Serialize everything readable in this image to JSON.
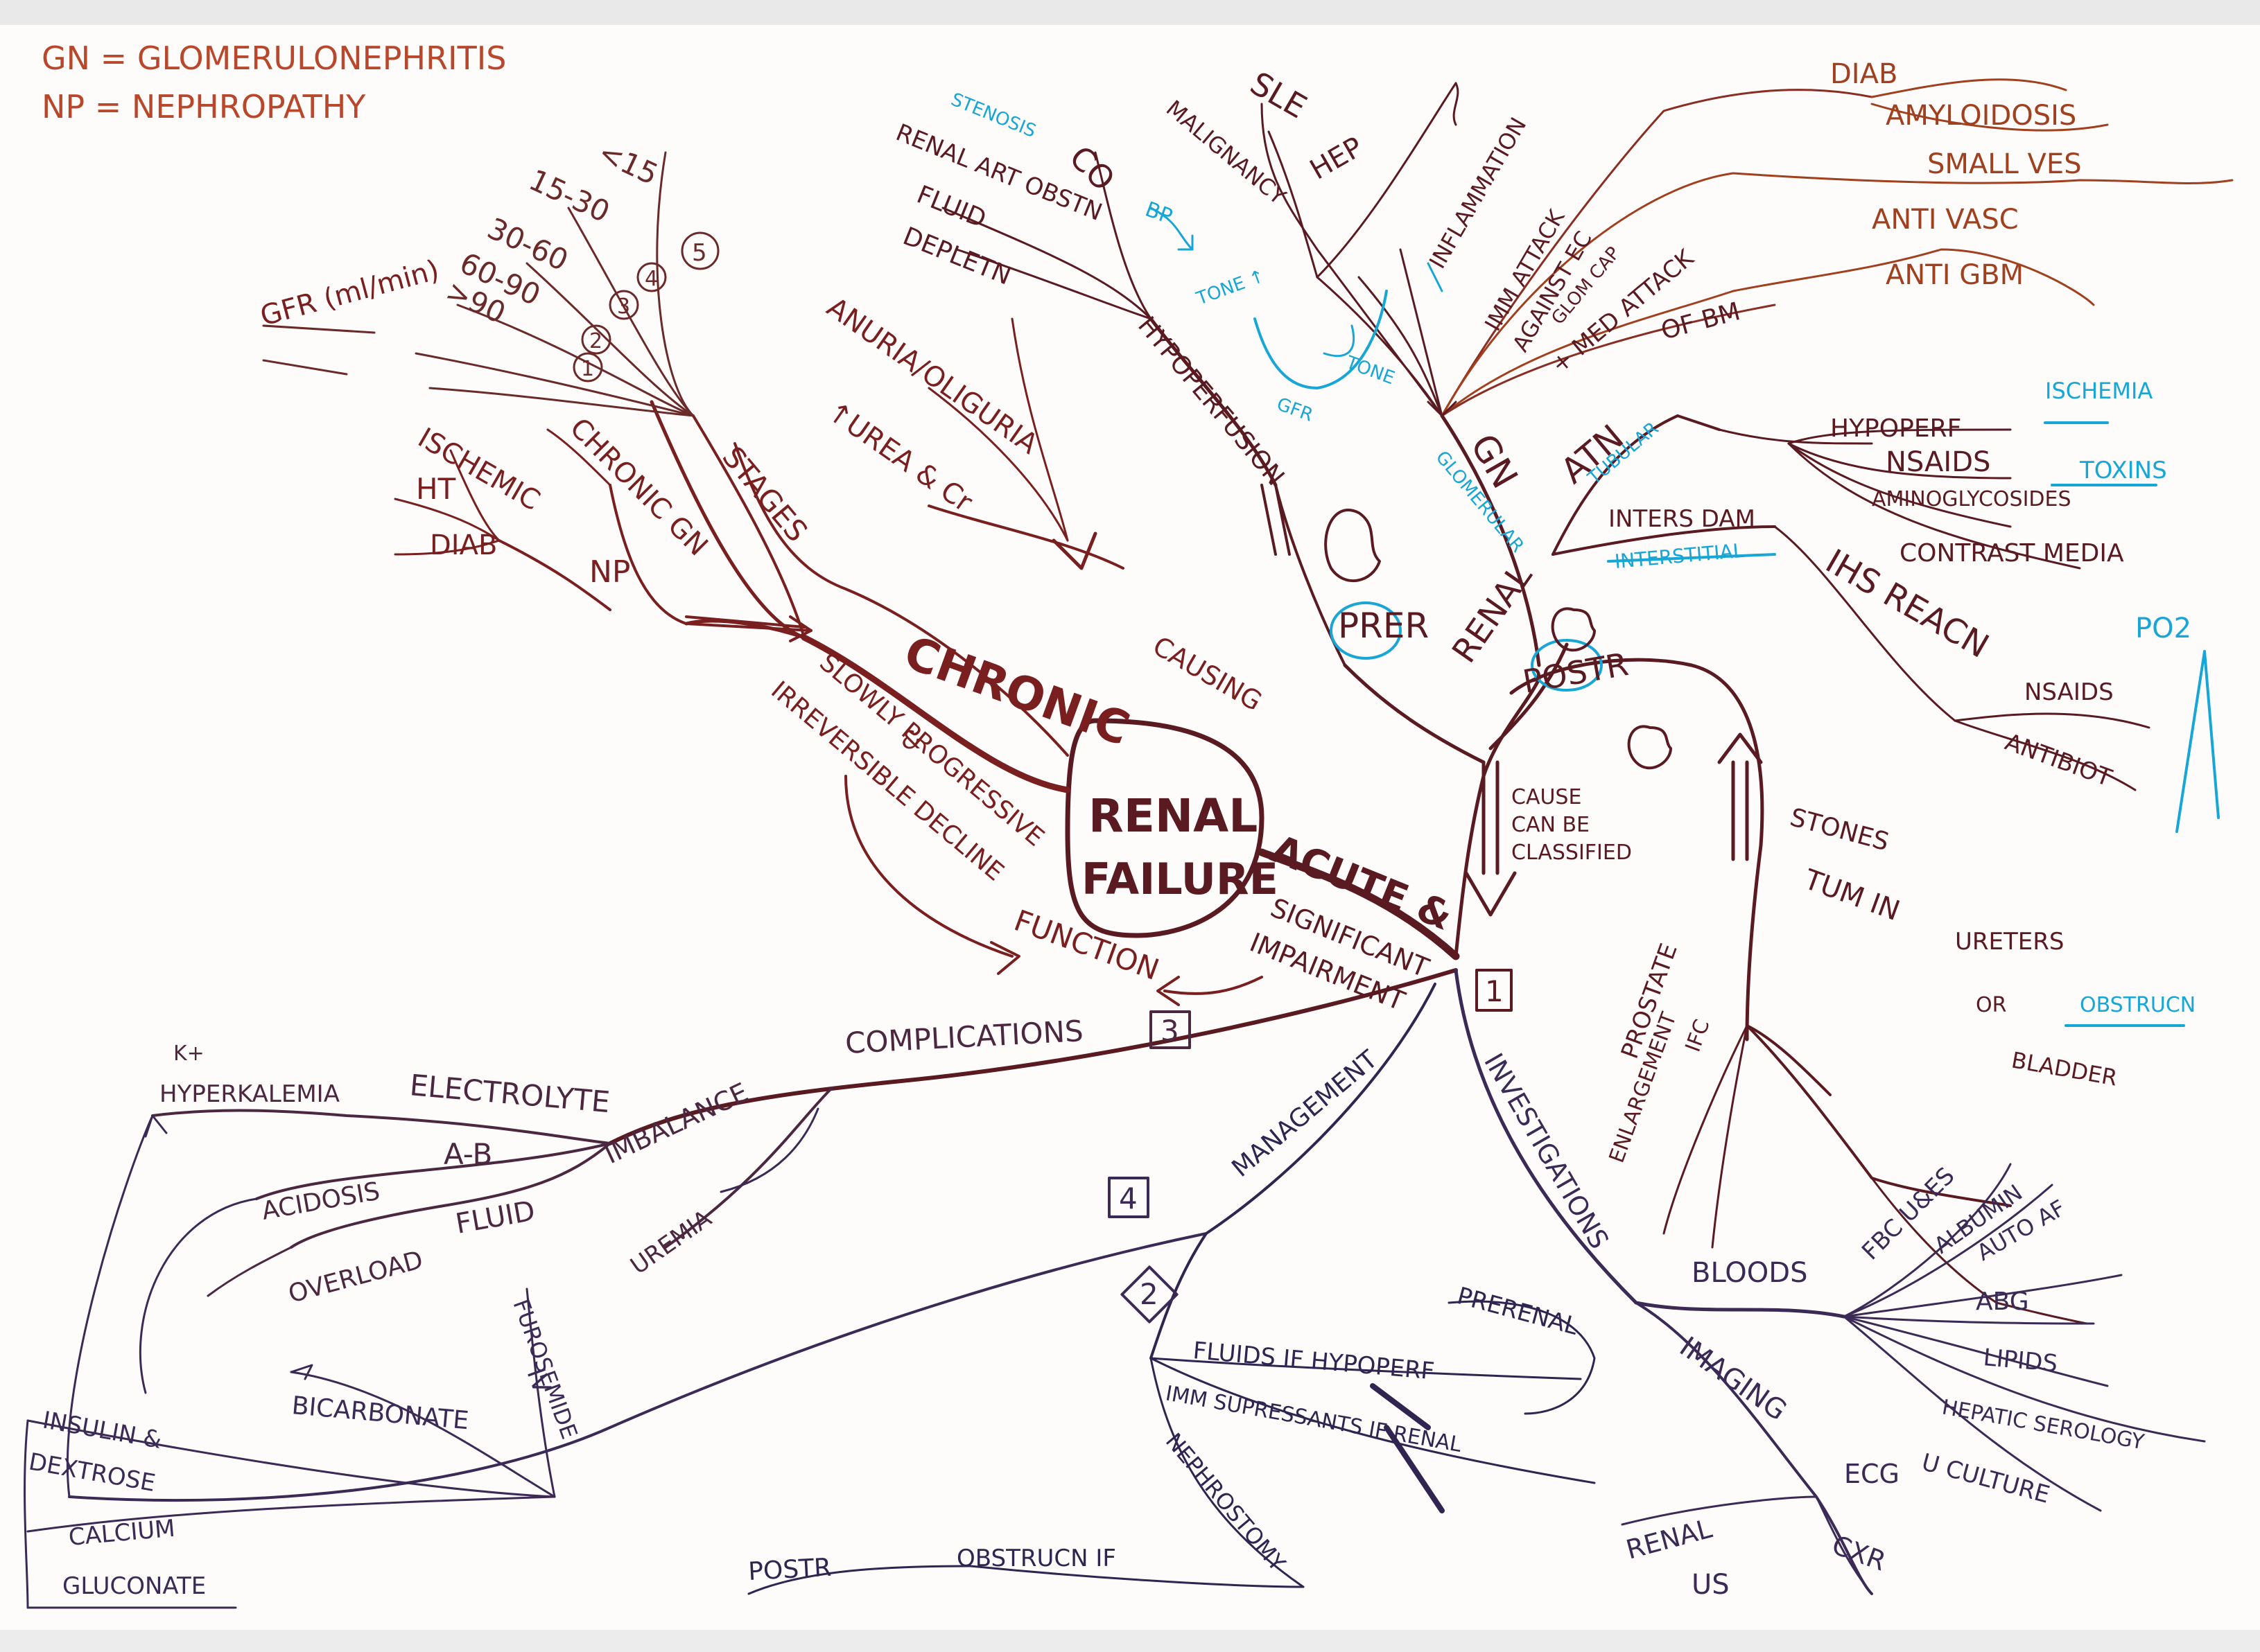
{
  "legend": {
    "line1": "GN = GLOMERULONEPHRITIS",
    "line2": "NP = NEPHROPATHY"
  },
  "center": {
    "line1": "RENAL",
    "line2": "FAILURE"
  },
  "chronic": {
    "label": "CHRONIC",
    "desc1": "SLOWLY PROGRESSIVE",
    "desc2": "&",
    "desc3": "IRREVERSIBLE DECLINE",
    "function": "FUNCTION",
    "stages": "STAGES",
    "gfr": "GFR (ml/min)",
    "stage_values": [
      "<15",
      "15-30",
      "30-60",
      "60-90",
      ">90"
    ],
    "stage_numbers": [
      "1",
      "2",
      "3",
      "4",
      "5"
    ],
    "causes": {
      "np": "NP",
      "ischemic": "ISCHEMIC",
      "ht": "HT",
      "diab": "DIAB",
      "chronic_gn": "CHRONIC GN"
    },
    "causing": "CAUSING",
    "anuria": "ANURIA/OLIGURIA",
    "urea": "↑UREA & Cr"
  },
  "acute": {
    "label": "ACUTE &",
    "sig1": "SIGNIFICANT",
    "sig2": "IMPAIRMENT",
    "classified1": "CAUSE",
    "classified2": "CAN BE",
    "classified3": "CLASSIFIED",
    "boxes": [
      "1",
      "3",
      "4",
      "2"
    ]
  },
  "prerenal": {
    "label": "PRER",
    "hypoperfusion": "HYPOPERFUSION",
    "renal_art": "RENAL ART OBSTN",
    "stenosis": "STENOSIS",
    "fluid": "FLUID",
    "depletion": "DEPLETN",
    "co": "CO",
    "bp": "BP",
    "tone1": "TONE ↑",
    "tone2": "TONE",
    "gfr": "GFR"
  },
  "renal": {
    "label": "RENAL",
    "glomerular": "GLOMERULAR",
    "tubular": "TUBULAR",
    "interstitial": "INTERSTITIAL",
    "gn": "GN",
    "atn": "ATN",
    "sle": "SLE",
    "hep": "HEP",
    "malignancy": "MALIGNANCY",
    "inflammation": "INFLAMMATION",
    "imm_attack": "IMM ATTACK",
    "against_ec": "AGAINST EC",
    "glom_cap": "GLOM CAP",
    "med_attack": "+ MED ATTACK",
    "of_bm": "OF BM",
    "diab": "DIAB",
    "amyloidosis": "AMYLOIDOSIS",
    "small_ves": "SMALL VES",
    "anti_vasc": "ANTI VASC",
    "anti_gbm": "ANTI GBM",
    "hypoperf": "HYPOPERF",
    "ischemia": "ISCHEMIA",
    "nsaids": "NSAIDS",
    "toxins": "TOXINS",
    "aminoglycosides": "AMINOGLYCOSIDES",
    "contrast": "CONTRAST MEDIA",
    "intersdam": "INTERS DAM",
    "ihs": "IHS REACN",
    "nsaids2": "NSAIDS",
    "antibiot": "ANTIBIOT",
    "po2": "PO2"
  },
  "postrenal": {
    "label": "POSTR",
    "stones": "STONES",
    "tum": "TUM IN",
    "ureters": "URETERS",
    "or": "OR",
    "bladder": "BLADDER",
    "obstrucn": "OBSTRUCN",
    "prostate": "PROSTATE",
    "enlargement": "ENLARGEMENT",
    "ifc": "IFC"
  },
  "complications": {
    "label": "COMPLICATIONS",
    "electrolyte": "ELECTROLYTE",
    "hyperkalemia": "HYPERKALEMIA",
    "k": "K+",
    "imbalance": "IMBALANCE",
    "ab": "A-B",
    "acidosis": "ACIDOSIS",
    "fluid": "FLUID",
    "overload": "OVERLOAD",
    "uremia": "UREMIA",
    "furosemide": "FUROSEMIDE",
    "iv": "IV",
    "bicarbonate": "BICARBONATE",
    "insulin": "INSULIN &",
    "dextrose": "DEXTROSE",
    "calcium": "CALCIUM",
    "gluconate": "GLUCONATE"
  },
  "management": {
    "label": "MANAGEMENT",
    "fluids": "FLUIDS IF HYPOPERF",
    "prerenal": "PRERENAL",
    "imm": "IMM SUPRESSANTS IF RENAL",
    "nephrostomy": "NEPHROSTOMY",
    "postr": "POSTR",
    "obstr": "OBSTRUCN IF"
  },
  "investigations": {
    "label": "INVESTIGATIONS",
    "bloods": "BLOODS",
    "fbc": "FBC U&ES",
    "albumin": "ALBUMIN",
    "auto": "AUTO AF",
    "abg": "ABG",
    "lipids": "LIPIDS",
    "hepatic": "HEPATIC SEROLOGY",
    "culture": "U CULTURE",
    "imaging": "IMAGING",
    "ecg": "ECG",
    "cxr": "CXR",
    "renal_us": "RENAL",
    "us": "US"
  },
  "colors": {
    "chronic": "#7a1f1f",
    "acute": "#5a1a22",
    "renal_branch": "#6a2525",
    "top_right": "#a0401e",
    "investigations": "#3a2a55",
    "complications": "#4b2840",
    "management": "#2f2550",
    "blue": "#17a6d6",
    "legend": "#b8472b"
  }
}
